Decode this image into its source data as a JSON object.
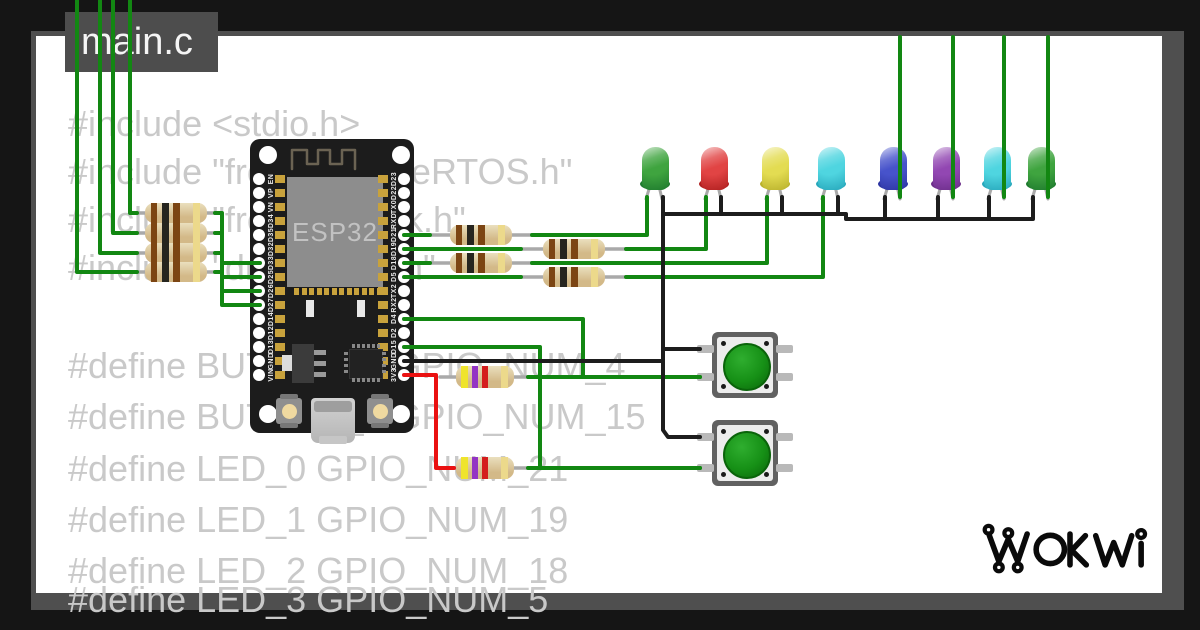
{
  "editor": {
    "tab": "main.c",
    "code_lines": [
      "#include <stdio.h>",
      "#include \"freertos/FreeRTOS.h\"",
      "#include \"freertos/task.h\"",
      "#include \"driver/gpio.h\"",
      "#define BUTTON_0 GPIO_NUM_4",
      "#define BUTTON_1 GPIO_NUM_15",
      "#define LED_0 GPIO_NUM_21",
      "#define LED_1 GPIO_NUM_19",
      "#define LED_2 GPIO_NUM_18",
      "#define LED_3 GPIO_NUM_5"
    ]
  },
  "board": {
    "label": "ESP32",
    "left_pins": [
      "EN",
      "VP",
      "VN",
      "D34",
      "D35",
      "D32",
      "D33",
      "D25",
      "D26",
      "D27",
      "D14",
      "D12",
      "D13",
      "GND",
      "VIN"
    ],
    "right_pins": [
      "D23",
      "D22",
      "TX0",
      "RXD",
      "D21",
      "D19",
      "D18",
      "D5",
      "TX2",
      "RX2",
      "D4",
      "D2",
      "D15",
      "GND",
      "3V3"
    ]
  },
  "leds": [
    {
      "name": "green-led",
      "base": "#3fa43f",
      "dark": "#1e7a2e"
    },
    {
      "name": "red-led",
      "base": "#e14444",
      "dark": "#b01f1f"
    },
    {
      "name": "yellow-led",
      "base": "#e3dc52",
      "dark": "#b9b12c"
    },
    {
      "name": "cyan-led",
      "base": "#4fd5e0",
      "dark": "#27a7bb"
    },
    {
      "name": "blue-led",
      "base": "#4753cb",
      "dark": "#2d35a2"
    },
    {
      "name": "purple-led",
      "base": "#9247b2",
      "dark": "#6c2e8a"
    },
    {
      "name": "cyan-led",
      "base": "#4fd5e0",
      "dark": "#27a7bb"
    },
    {
      "name": "green-led",
      "base": "#3fa43f",
      "dark": "#1e7a2e"
    }
  ],
  "resistors": {
    "led_resistor_bands": [
      "#7c4513",
      "#26251f",
      "#7c4513",
      "#ecd98b"
    ],
    "pullup_resistor_bands": [
      "#efe42c",
      "#9334c4",
      "#d41d1d",
      "#ecd98b"
    ],
    "body_light": "#eadfbe",
    "body_dark": "#d3b988"
  },
  "buttons": {
    "cap_color": "#169016",
    "cap_hilight": "#2fae2f",
    "cap_dark": "#0a640a"
  },
  "logo": {
    "text": "WOKWI"
  },
  "colors": {
    "background": "#151515",
    "canvas": "#ffffff",
    "frame_shadow": "#4f4f4f",
    "tab_bg": "#4d4d4d",
    "tab_text": "#f5f5f5",
    "code_text": "#c9c9c9",
    "wire_green": "#128712",
    "wire_black": "#1d1d1d",
    "wire_red": "#ea1111",
    "lead_gray": "#a9a9a9",
    "board_black": "#1c1c1c",
    "chip_gray": "#8d8d8d",
    "chip_label": "#c2c2c2",
    "gold": "#c8a23c",
    "antenna": "#6b6353"
  }
}
